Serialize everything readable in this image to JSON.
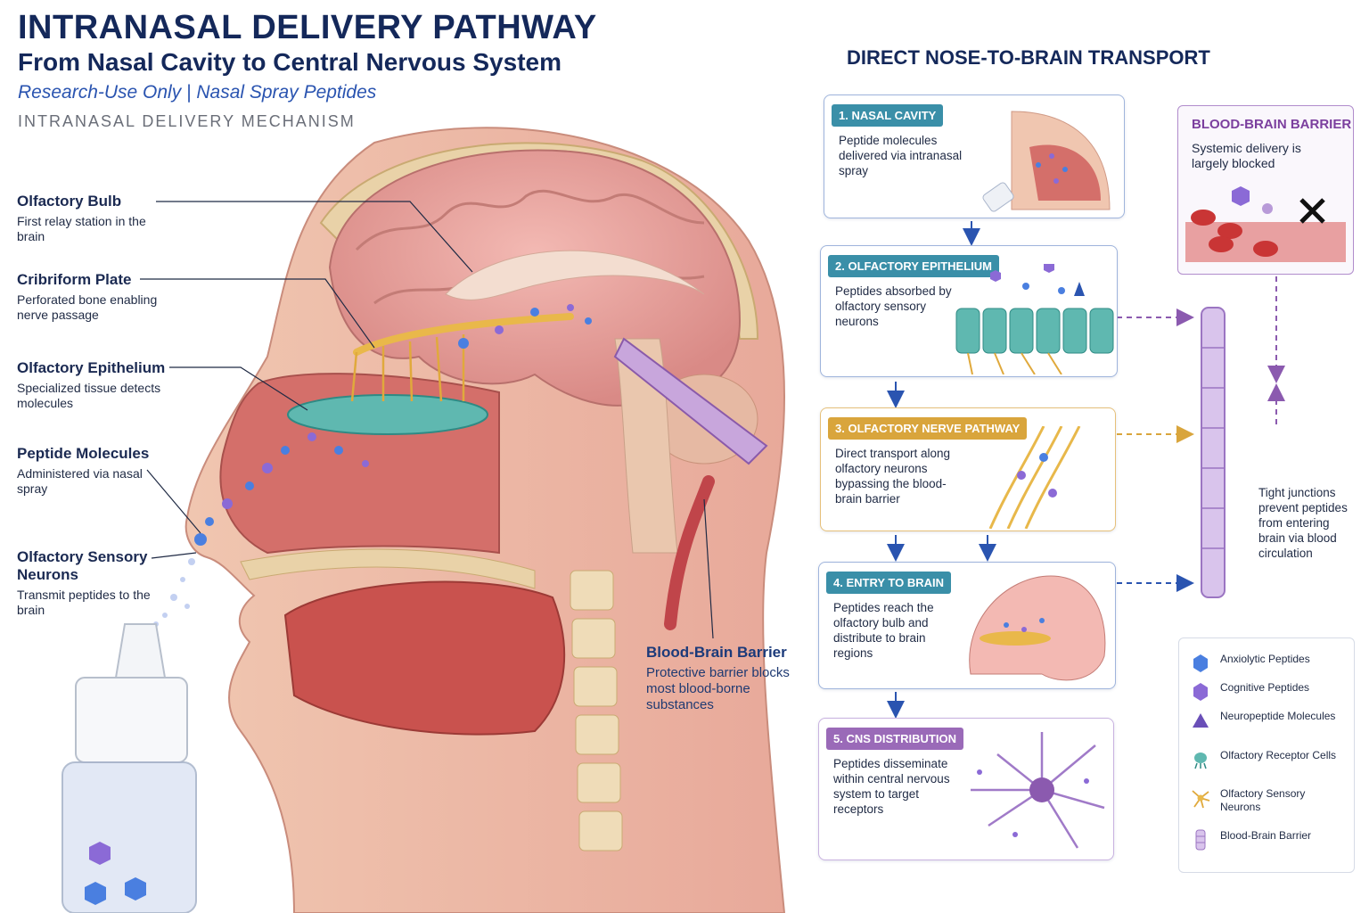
{
  "header": {
    "title": "INTRANASAL DELIVERY PATHWAY",
    "subtitle": "From Nasal Cavity to Central Nervous System",
    "tagline": "Research-Use Only  |  Nasal Spray Peptides",
    "mechanism": "INTRANASAL DELIVERY MECHANISM"
  },
  "anatomy_labels": [
    {
      "title": "Olfactory Bulb",
      "desc": "First relay station in the brain"
    },
    {
      "title": "Cribriform Plate",
      "desc": "Perforated bone enabling nerve passage"
    },
    {
      "title": "Olfactory Epithelium",
      "desc": "Specialized tissue detects molecules"
    },
    {
      "title": "Peptide Molecules",
      "desc": "Administered via nasal spray"
    },
    {
      "title": "Olfactory Sensory Neurons",
      "desc": "Transmit peptides to the brain"
    }
  ],
  "bbb_label": {
    "title": "Blood-Brain Barrier",
    "desc": "Protective barrier blocks most blood-borne substances"
  },
  "pathway": {
    "title": "DIRECT NOSE-TO-BRAIN TRANSPORT",
    "steps": [
      {
        "badge": "1. NASAL CAVITY",
        "text": "Peptide molecules delivered via intranasal spray",
        "color": "#3a8fa8"
      },
      {
        "badge": "2. OLFACTORY EPITHELIUM",
        "text": "Peptides absorbed by olfactory sensory neurons",
        "color": "#3a8fa8"
      },
      {
        "badge": "3. OLFACTORY NERVE PATHWAY",
        "text": "Direct transport along olfactory neurons bypassing the blood-brain barrier",
        "color": "#d9a53c"
      },
      {
        "badge": "4. ENTRY TO BRAIN",
        "text": "Peptides reach the olfactory bulb and distribute to brain regions",
        "color": "#3a8fa8"
      },
      {
        "badge": "5. CNS DISTRIBUTION",
        "text": "Peptides disseminate within central nervous system to target receptors",
        "color": "#9a6ab8"
      }
    ]
  },
  "bbb_box": {
    "title": "BLOOD-BRAIN BARRIER",
    "desc": "Systemic delivery is largely blocked"
  },
  "tight_junctions": "Tight junctions prevent peptides from entering brain via blood circulation",
  "legend": [
    {
      "label": "Anxiolytic Peptides",
      "icon": "hexagon-blue-icon"
    },
    {
      "label": "Cognitive Peptides",
      "icon": "hexagon-purple-icon"
    },
    {
      "label": "Neuropeptide Molecules",
      "icon": "triangle-icon"
    },
    {
      "label": "Olfactory Receptor Cells",
      "icon": "receptor-cell-icon"
    },
    {
      "label": "Olfactory Sensory Neurons",
      "icon": "neuron-icon"
    },
    {
      "label": "Blood-Brain Barrier",
      "icon": "barrier-icon"
    }
  ],
  "colors": {
    "navy": "#14285a",
    "accent_blue": "#2a54b0",
    "teal": "#3a8fa8",
    "gold": "#d9a53c",
    "purple": "#9a6ab8"
  }
}
